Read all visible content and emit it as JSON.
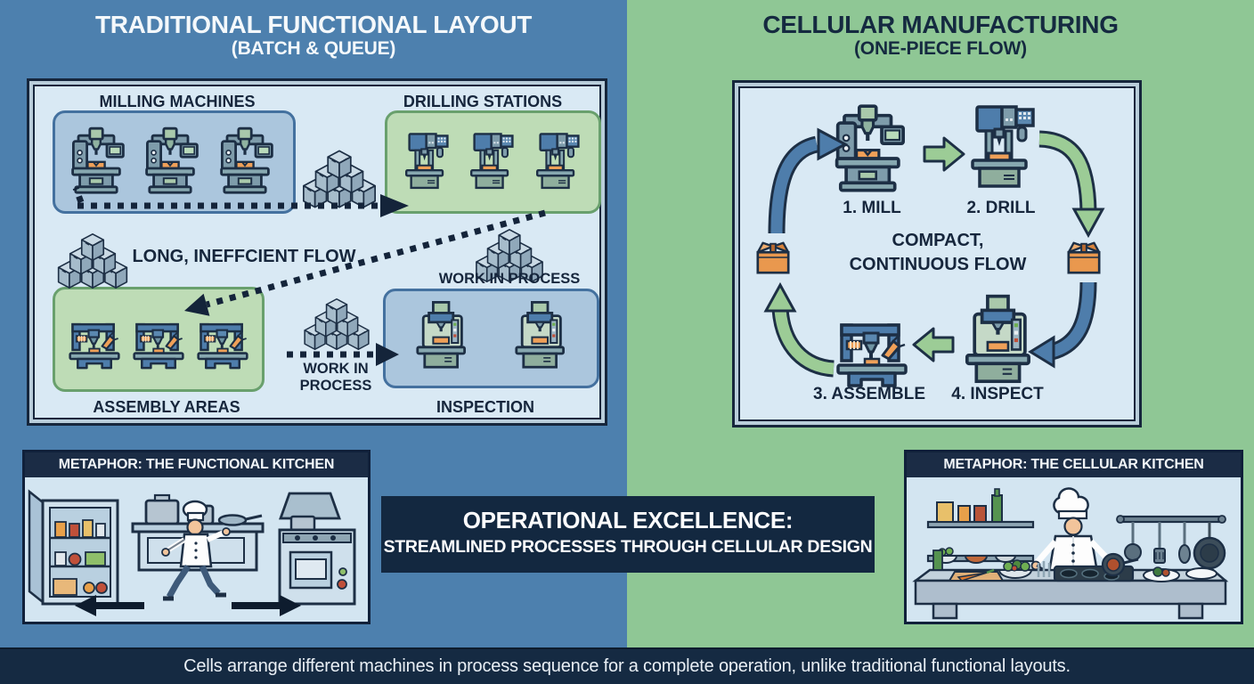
{
  "left_section": {
    "title": "TRADITIONAL FUNCTIONAL LAYOUT",
    "subtitle": "(BATCH & QUEUE)",
    "diagram": {
      "milling_label": "MILLING MACHINES",
      "drilling_label": "DRILLING STATIONS",
      "flow_label": "LONG, INEFFCIENT FLOW",
      "wip_right_label": "WORK IN PROCESS",
      "wip_mid_line1": "WORK IN",
      "wip_mid_line2": "PROCESS",
      "assembly_label": "ASSEMBLY AREAS",
      "inspection_label": "INSPECTION"
    },
    "metaphor_title": "METAPHOR: THE FUNCTIONAL KITCHEN"
  },
  "right_section": {
    "title": "CELLULAR MANUFACTURING",
    "subtitle": "(ONE-PIECE FLOW)",
    "diagram": {
      "step1_label": "1. MILL",
      "step2_label": "2. DRILL",
      "step3_label": "3. ASSEMBLE",
      "step4_label": "4. INSPECT",
      "flow_line1": "COMPACT,",
      "flow_line2": "CONTINUOUS FLOW"
    },
    "metaphor_title": "METAPHOR: THE CELLULAR KITCHEN"
  },
  "banner": {
    "line1": "OPERATIONAL EXCELLENCE:",
    "line2": "STREAMLINED PROCESSES THROUGH CELLULAR DESIGN"
  },
  "footer_text": "Cells arrange different machines in process sequence for a complete operation, unlike traditional functional layouts.",
  "icons": {
    "milling_machine": "mill-with-spindle-and-monitor",
    "drilling_machine": "drill-press",
    "assembly_machine": "gantry-with-robot-arm",
    "inspection_machine": "probe-station-with-indicator-panel",
    "work_in_process_stack": "isometric-box-pile",
    "single_piece_box": "cardboard-box",
    "batch_flow_arrow": "dotted-navy-arrow",
    "cell_flow_arrow_green": "thick-green-arrow",
    "cell_flow_arrow_blue": "thick-blue-arrow"
  },
  "colors": {
    "left_background": "#4d80ae",
    "right_background": "#8fc795",
    "panel_background": "#d9e9f4",
    "navy": "#16263c",
    "accent_orange": "#e9984e",
    "arrow_green": "#9ccc96",
    "arrow_blue": "#4e7dab"
  }
}
